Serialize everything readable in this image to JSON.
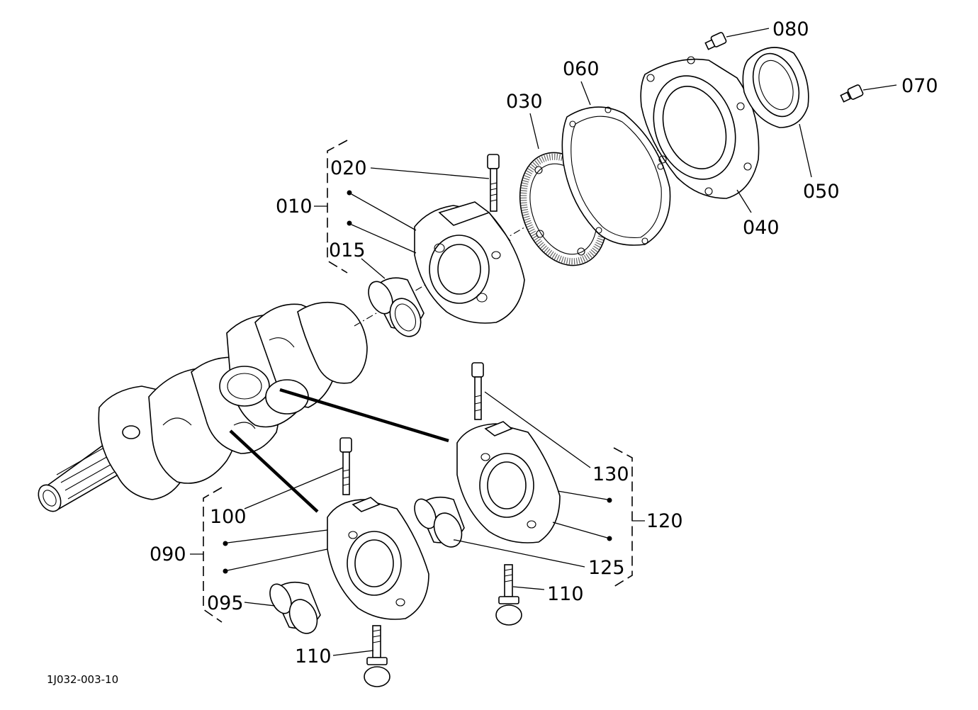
{
  "diagram": {
    "reference_code": "1J032-003-10",
    "labels": {
      "p010": "010",
      "p015": "015",
      "p020": "020",
      "p030": "030",
      "p040": "040",
      "p050": "050",
      "p060": "060",
      "p070": "070",
      "p080": "080",
      "p090": "090",
      "p095": "095",
      "p100": "100",
      "p110a": "110",
      "p110b": "110",
      "p120": "120",
      "p125": "125",
      "p130": "130"
    }
  }
}
